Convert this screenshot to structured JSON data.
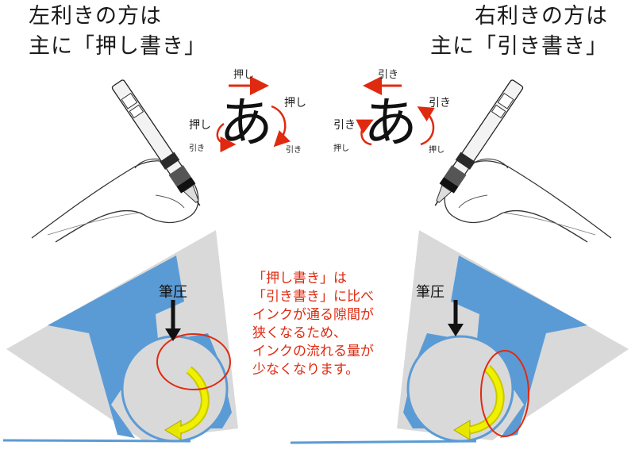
{
  "left": {
    "heading_line1": "左利きの方は",
    "heading_line2": "主に「押し書き」",
    "top_label": "押し",
    "right_label_upper": "押し",
    "left_label_upper": "押し",
    "left_label_lower": "引き",
    "right_label_lower": "引き",
    "pressure_label": "筆圧"
  },
  "right": {
    "heading_line1": "右利きの方は",
    "heading_line2": "主に「引き書き」",
    "top_label": "引き",
    "right_label_upper": "引き",
    "left_label_upper": "引き",
    "left_label_lower": "押し",
    "right_label_lower": "押し",
    "pressure_label": "筆圧"
  },
  "center_char": "あ",
  "note_lines": [
    "「押し書き」は",
    "「引き書き」に比べ",
    "インクが通る隙間が",
    "狭くなるため、",
    "インクの流れる量が",
    "少なくなります。"
  ],
  "colors": {
    "blue": "#5b9bd5",
    "gray": "#d9d9d9",
    "red": "#e02a10",
    "yellow": "#e6e600"
  }
}
